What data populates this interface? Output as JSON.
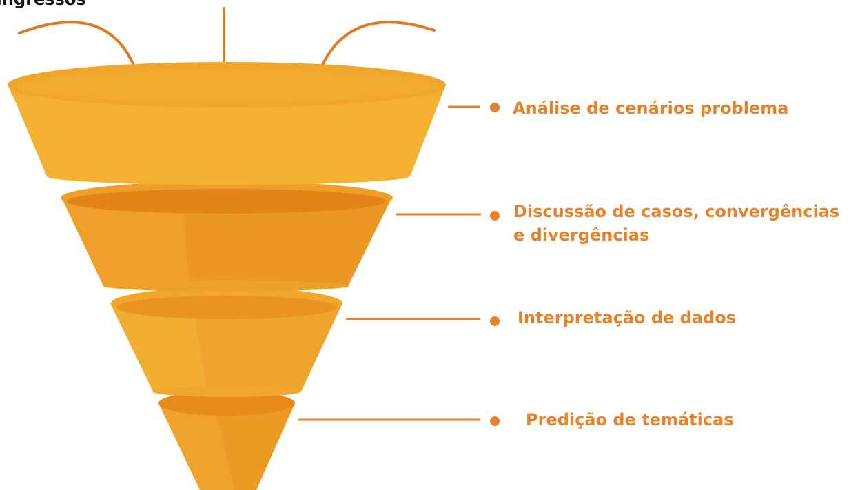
{
  "title": "Ingressos",
  "colors": {
    "accent": "#E8822A",
    "funnel_light": "#F5B232",
    "funnel_mid": "#EFA22B",
    "funnel_dark": "#E38418",
    "title": "#111111"
  },
  "stages": [
    {
      "label": "Análise de cenários problema"
    },
    {
      "label_line1": "Discussão de casos, convergências",
      "label_line2": "e divergências"
    },
    {
      "label": "Interpretação de dados"
    },
    {
      "label": "Predição de temáticas"
    }
  ]
}
